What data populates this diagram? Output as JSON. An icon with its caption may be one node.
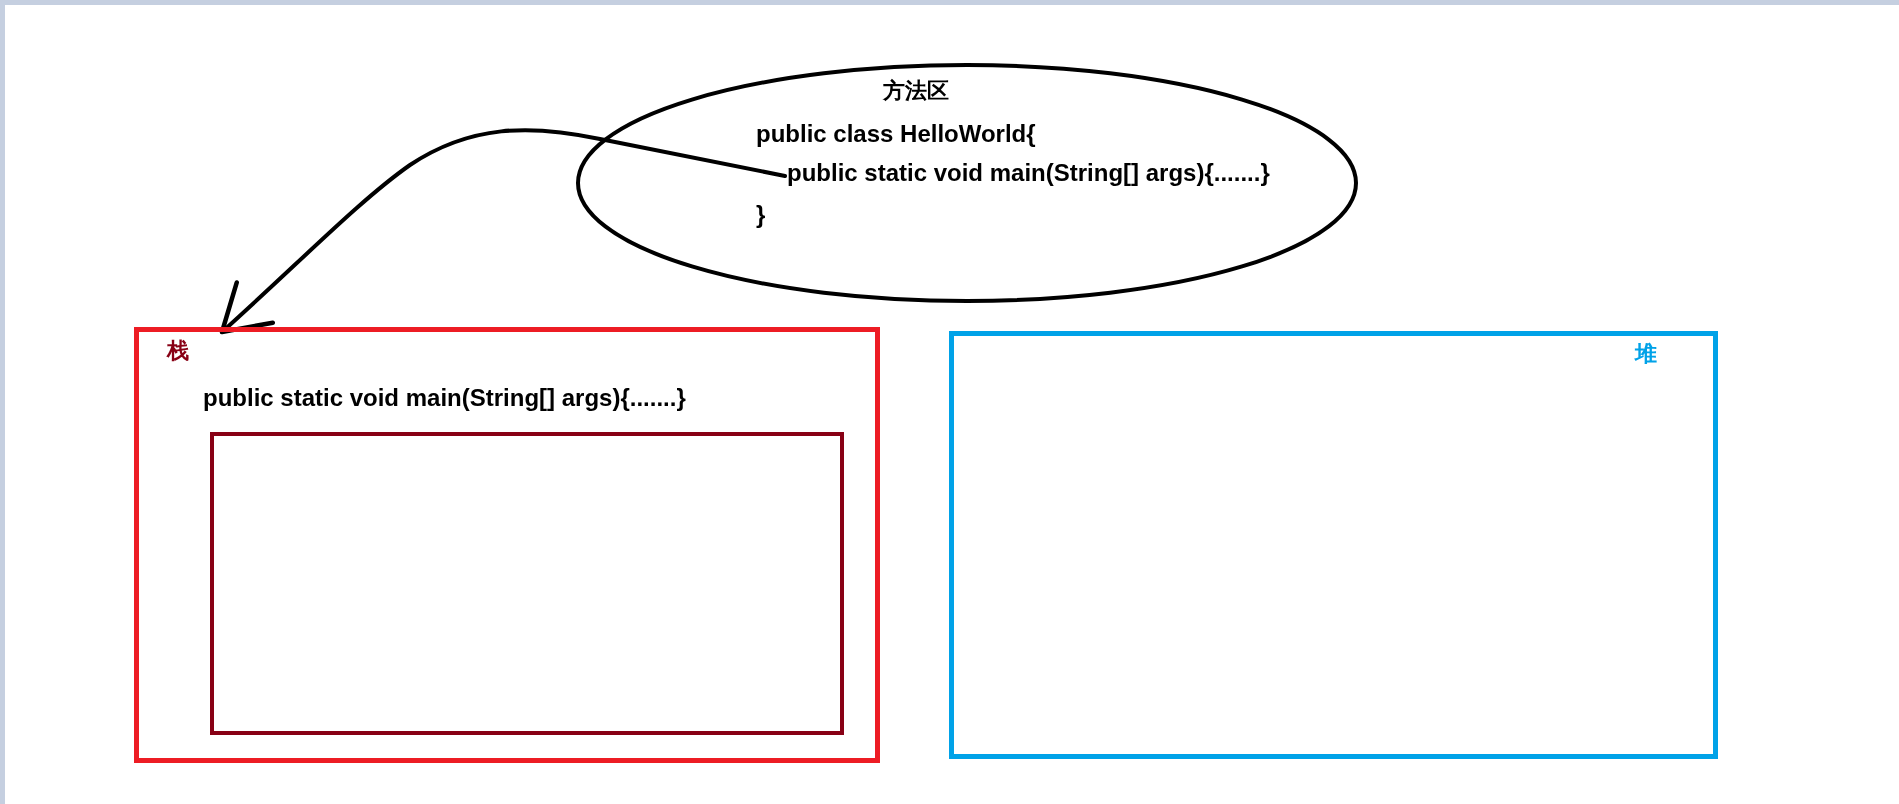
{
  "diagram": {
    "nodes": [
      {
        "text": [
          "方法区",
          "public class HelloWorld{",
          "}"
        ]
      },
      {
        "text": [
          "public static void main(String[] args){.......}"
        ],
        "in": 0
      },
      {
        "text": [
          "栈",
          "public static void main(String[] args){.......}"
        ]
      },
      {
        "text": [],
        "shape": "box",
        "in": 2
      },
      {
        "text": [
          "堆"
        ]
      }
    ],
    "edges": [
      {
        "from": 1,
        "to": 2,
        "arrow": "to"
      }
    ]
  }
}
